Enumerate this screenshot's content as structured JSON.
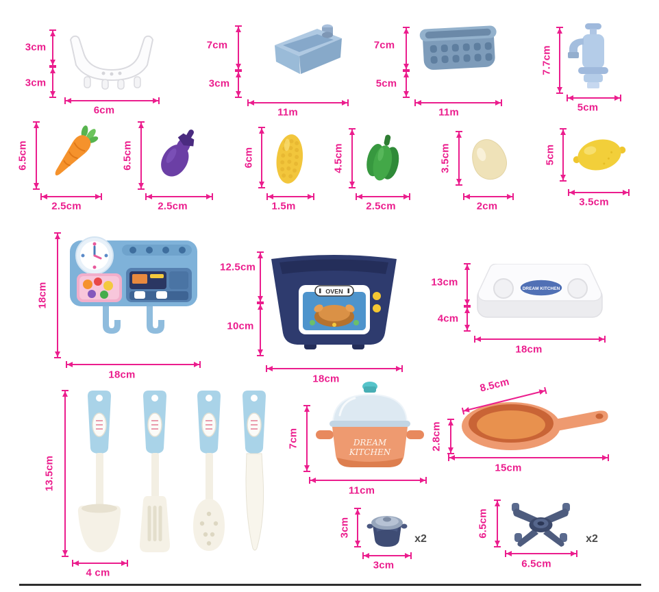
{
  "accent": "#EB1D8D",
  "products": {
    "dish_rack": {
      "h1": "3cm",
      "h2": "3cm",
      "w": "6cm"
    },
    "sink_tub": {
      "h1": "7cm",
      "h2": "3cm",
      "w": "11m"
    },
    "basket": {
      "h1": "7cm",
      "h2": "5cm",
      "w": "11m"
    },
    "faucet": {
      "h": "7.7cm",
      "w": "5cm"
    },
    "carrot": {
      "h": "6.5cm",
      "w": "2.5cm"
    },
    "eggplant": {
      "h": "6.5cm",
      "w": "2.5cm"
    },
    "corn": {
      "h": "6cm",
      "w": "1.5m"
    },
    "green_pepper": {
      "h": "4.5cm",
      "w": "2.5cm"
    },
    "egg": {
      "h": "3.5cm",
      "w": "2cm"
    },
    "lemon": {
      "h": "5cm",
      "w": "3.5cm"
    },
    "stove_unit": {
      "h": "18cm",
      "w": "18cm"
    },
    "oven_basin": {
      "h1": "12.5cm",
      "h2": "10cm",
      "w": "18cm",
      "sticker": "OVEN"
    },
    "tabletop": {
      "h1": "13cm",
      "h2": "4cm",
      "w": "18cm",
      "badge": "DREAM KITCHEN"
    },
    "utensils": {
      "h": "13.5cm",
      "w": "4 cm"
    },
    "pot": {
      "h": "7cm",
      "w": "11cm",
      "brand1": "DREAM",
      "brand2": "KITCHEN"
    },
    "pan": {
      "d": "8.5cm",
      "depth": "2.8cm",
      "len": "15cm"
    },
    "mini_pot": {
      "h": "3cm",
      "w": "3cm",
      "qty": "x2"
    },
    "burner": {
      "h": "6.5cm",
      "w": "6.5cm",
      "qty": "x2"
    }
  }
}
